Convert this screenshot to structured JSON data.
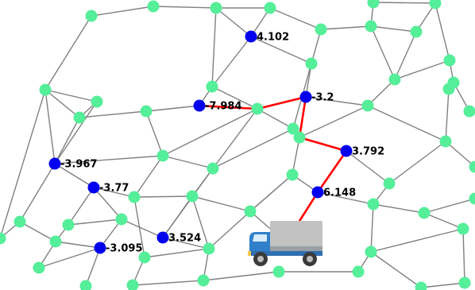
{
  "network": {
    "colors": {
      "edge": "#808080",
      "route": "#ff0000",
      "node": "#55ee99",
      "value_node": "#0000ee",
      "background": "#ffffff"
    },
    "valued_nodes": [
      {
        "id": "v1",
        "label": "4.102"
      },
      {
        "id": "v2",
        "label": "-7.984"
      },
      {
        "id": "v3",
        "label": "-3.2"
      },
      {
        "id": "v4",
        "label": "3.792"
      },
      {
        "id": "v5",
        "label": "-3.967"
      },
      {
        "id": "v6",
        "label": "-3.77"
      },
      {
        "id": "v7",
        "label": "6.148"
      },
      {
        "id": "v8",
        "label": "3.524"
      },
      {
        "id": "v9",
        "label": "-3.095"
      }
    ]
  },
  "vehicle": {
    "icon": "delivery-truck-icon"
  }
}
